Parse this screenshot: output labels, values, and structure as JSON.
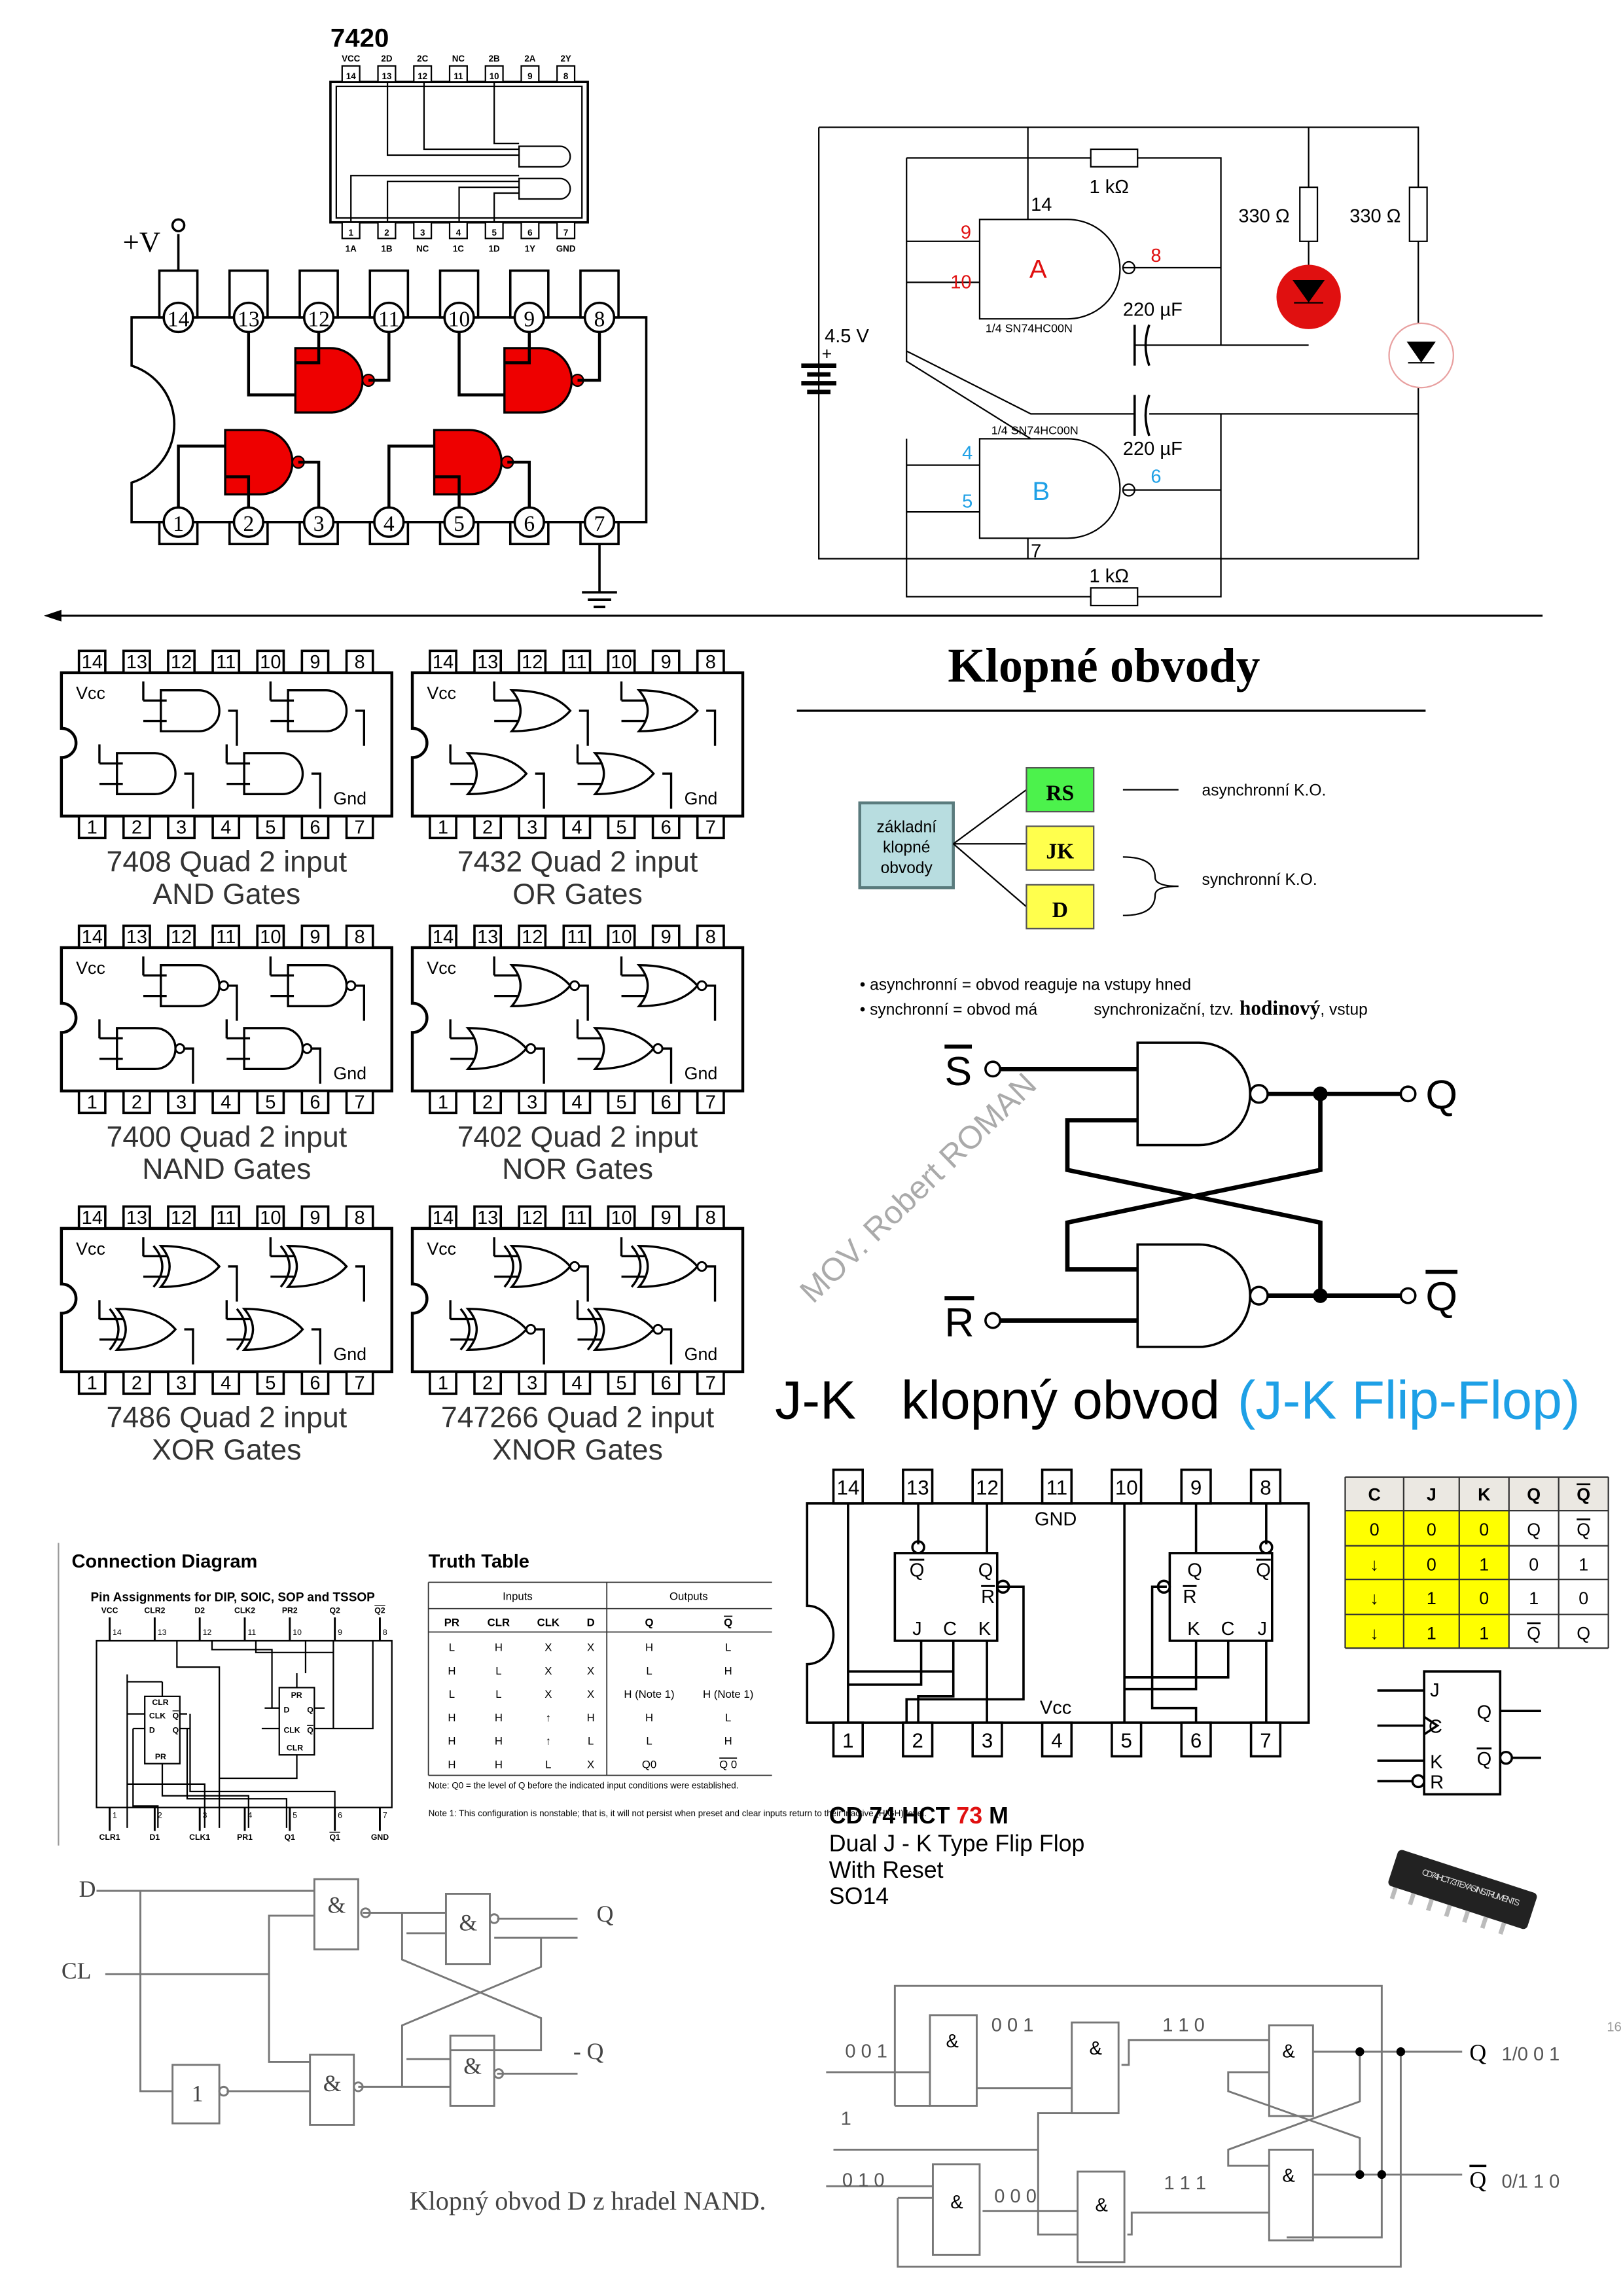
{
  "ic7420": {
    "title": "7420",
    "top_pins": [
      "14",
      "13",
      "12",
      "11",
      "10",
      "9",
      "8"
    ],
    "top_labels": [
      "VCC",
      "2D",
      "2C",
      "NC",
      "2B",
      "2A",
      "2Y"
    ],
    "bottom_pins": [
      "1",
      "2",
      "3",
      "4",
      "5",
      "6",
      "7"
    ],
    "bottom_labels": [
      "1A",
      "1B",
      "NC",
      "1C",
      "1D",
      "1Y",
      "GND"
    ]
  },
  "ic7400": {
    "supply": "+V",
    "top_pins": [
      "14",
      "13",
      "12",
      "11",
      "10",
      "9",
      "8"
    ],
    "bottom_pins": [
      "1",
      "2",
      "3",
      "4",
      "5",
      "6",
      "7"
    ],
    "gate_color": "#ee0000"
  },
  "astable": {
    "r_top": "1 kΩ",
    "r_bottom": "1 kΩ",
    "r_led1": "330 Ω",
    "r_led2": "330 Ω",
    "c1": "220 µF",
    "c2": "220 µF",
    "battery": "4.5 V",
    "plus": "+",
    "gate_a": "A",
    "gate_b": "B",
    "gate_a_part": "1/4 SN74HC00N",
    "gate_b_part": "1/4 SN74HC00N",
    "pin_a_vcc": "14",
    "pin_a_in1": "9",
    "pin_a_in2": "10",
    "pin_a_out": "8",
    "pin_b_in1": "4",
    "pin_b_in2": "5",
    "pin_b_out": "6",
    "pin_b_gnd": "7",
    "gate_fill": "#fff27a",
    "led_color": "#e01010"
  },
  "gate_ics": {
    "top_pins": [
      "14",
      "13",
      "12",
      "11",
      "10",
      "9",
      "8"
    ],
    "bottom_pins": [
      "1",
      "2",
      "3",
      "4",
      "5",
      "6",
      "7"
    ],
    "vcc": "Vcc",
    "gnd": "Gnd",
    "items": [
      {
        "type": "and",
        "caption1": "7408 Quad 2 input",
        "caption2": "AND Gates"
      },
      {
        "type": "or",
        "caption1": "7432 Quad 2 input",
        "caption2": "OR Gates"
      },
      {
        "type": "nand",
        "caption1": "7400 Quad 2 input",
        "caption2": "NAND Gates"
      },
      {
        "type": "nor",
        "caption1": "7402 Quad 2 input",
        "caption2": "NOR Gates"
      },
      {
        "type": "xor",
        "caption1": "7486 Quad 2 input",
        "caption2": "XOR Gates"
      },
      {
        "type": "xnor",
        "caption1": "747266 Quad 2 input",
        "caption2": "XNOR Gates"
      }
    ]
  },
  "section": {
    "title": "Klopné obvody"
  },
  "classification": {
    "root_line1": "základní",
    "root_line2": "klopné",
    "root_line3": "obvody",
    "rs": "RS",
    "jk": "JK",
    "d": "D",
    "async": "asynchronní K.O.",
    "sync": "synchronní K.O.",
    "rs_color": "#4cf24c",
    "jk_color": "#ffff4d",
    "root_color": "#b8dde0"
  },
  "notes": {
    "line1": "• asynchronní = obvod reaguje na vstupy hned",
    "line2a": "• synchronní = obvod má",
    "line2b": "synchronizační, tzv.",
    "line2c": "hodinový",
    "line2d": ", vstup"
  },
  "rs_latch": {
    "s": "S",
    "r": "R",
    "q": "Q",
    "qn": "Q"
  },
  "watermark": "MOV. Robert ROMAN",
  "jk_heading": {
    "black": "J-K   klopný obvod",
    "blue": "(J-K Flip-Flop)",
    "blue_color": "#1ea0e6"
  },
  "ds7474": {
    "connection_title": "Connection Diagram",
    "pin_title": "Pin Assignments for DIP, SOIC, SOP and TSSOP",
    "top_labels": [
      "VCC",
      "CLR2",
      "D2",
      "CLK2",
      "PR2",
      "Q2",
      "Q2"
    ],
    "top_pins": [
      "14",
      "13",
      "12",
      "11",
      "10",
      "9",
      "8"
    ],
    "bottom_pins": [
      "1",
      "2",
      "3",
      "4",
      "5",
      "6",
      "7"
    ],
    "bottom_labels": [
      "CLR1",
      "D1",
      "CLK1",
      "PR1",
      "Q1",
      "Q1",
      "GND"
    ],
    "ff1": {
      "clr": "CLR",
      "clk": "CLK",
      "d": "D",
      "pr": "PR",
      "q": "Q",
      "qn": "Q"
    },
    "ff2": {
      "pr": "PR",
      "d": "D",
      "clk": "CLK",
      "clr": "CLR",
      "q": "Q",
      "qn": "Q"
    },
    "truth_title": "Truth Table",
    "inputs": "Inputs",
    "outputs": "Outputs",
    "columns": [
      "PR",
      "CLR",
      "CLK",
      "D",
      "Q",
      "Q"
    ],
    "rows": [
      [
        "L",
        "H",
        "X",
        "X",
        "H",
        "L"
      ],
      [
        "H",
        "L",
        "X",
        "X",
        "L",
        "H"
      ],
      [
        "L",
        "L",
        "X",
        "X",
        "H (Note 1)",
        "H (Note 1)"
      ],
      [
        "H",
        "H",
        "↑",
        "H",
        "H",
        "L"
      ],
      [
        "H",
        "H",
        "↑",
        "L",
        "L",
        "H"
      ],
      [
        "H",
        "H",
        "L",
        "X",
        "Q0",
        "Q 0"
      ]
    ],
    "note": "Note: Q0 = the level of Q before the indicated input conditions were established.",
    "note1": "Note 1: This configuration is nonstable; that is, it will not persist when preset and clear inputs return to their inactive (HIGH) level."
  },
  "cd74hct73": {
    "top_pins": [
      "14",
      "13",
      "12",
      "11",
      "10",
      "9",
      "8"
    ],
    "bottom_pins": [
      "1",
      "2",
      "3",
      "4",
      "5",
      "6",
      "7"
    ],
    "gnd": "GND",
    "vcc": "Vcc",
    "ff1": {
      "qn": "Q",
      "q": "Q",
      "r": "R",
      "j": "J",
      "c": "C",
      "k": "K"
    },
    "ff2": {
      "q": "Q",
      "qn": "Q",
      "r": "R",
      "k": "K",
      "c": "C",
      "j": "J"
    },
    "title_a": "CD 74 HCT ",
    "title_red": "73",
    "title_b": " M",
    "line2": "Dual J - K Type Flip Flop",
    "line3": "With Reset",
    "line4": "SO14",
    "red_color": "#e01010"
  },
  "jk_table": {
    "headers": [
      "C",
      "J",
      "K",
      "Q",
      "Q"
    ],
    "rows": [
      [
        "0",
        "0",
        "0",
        "Q",
        "Q"
      ],
      [
        "↓",
        "0",
        "1",
        "0",
        "1"
      ],
      [
        "↓",
        "1",
        "0",
        "1",
        "0"
      ],
      [
        "↓",
        "1",
        "1",
        "Q",
        "Q"
      ]
    ],
    "highlight_color": "#ffff00"
  },
  "jk_symbol": {
    "j": "J",
    "c": "C",
    "k": "K",
    "r": "R",
    "q": "Q",
    "qn": "Q"
  },
  "chip_photo": {
    "marking": "CD74HCT73 TEXAS INSTRUMENTS"
  },
  "d_flipflop": {
    "d": "D",
    "cl": "CL",
    "inverter": "1",
    "gate": "&",
    "q": "Q",
    "qn": "- Q",
    "caption": "Klopný obvod D z hradel NAND."
  },
  "state_circuit": {
    "in_top": "0 0 1",
    "in_mid": "1",
    "in_bot": "0 1 0",
    "n_top1": "0 0 1",
    "n_top2": "1 1 0",
    "n_bot1": "0 0 0",
    "n_bot2": "1 1 1",
    "gate": "&",
    "q": "Q",
    "q_states": "1/0 0 1",
    "qn": "Q",
    "qn_states": "0/1 1 0"
  },
  "page_number": "16"
}
